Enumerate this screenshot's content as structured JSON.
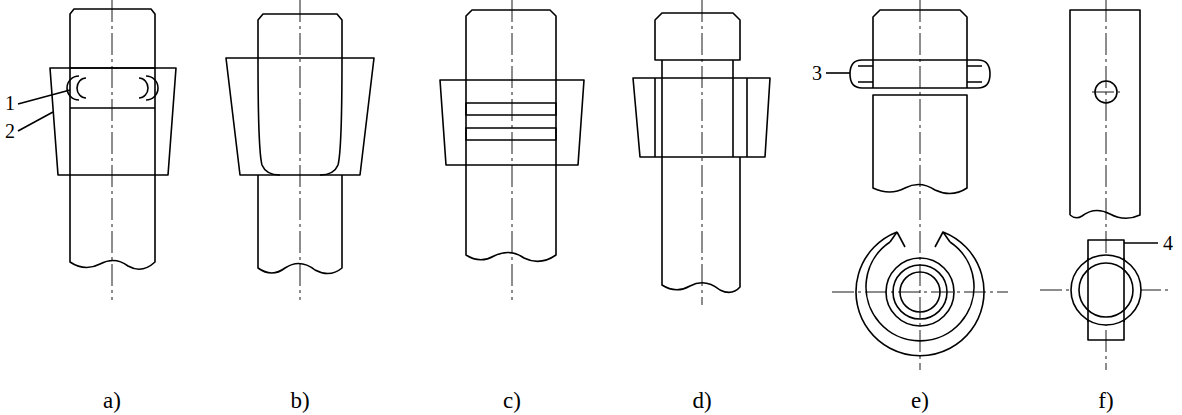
{
  "diagram": {
    "labels": [
      "1",
      "2",
      "3",
      "4",
      "a)",
      "b)",
      "c)",
      "d)",
      "e)",
      "f)"
    ]
  }
}
